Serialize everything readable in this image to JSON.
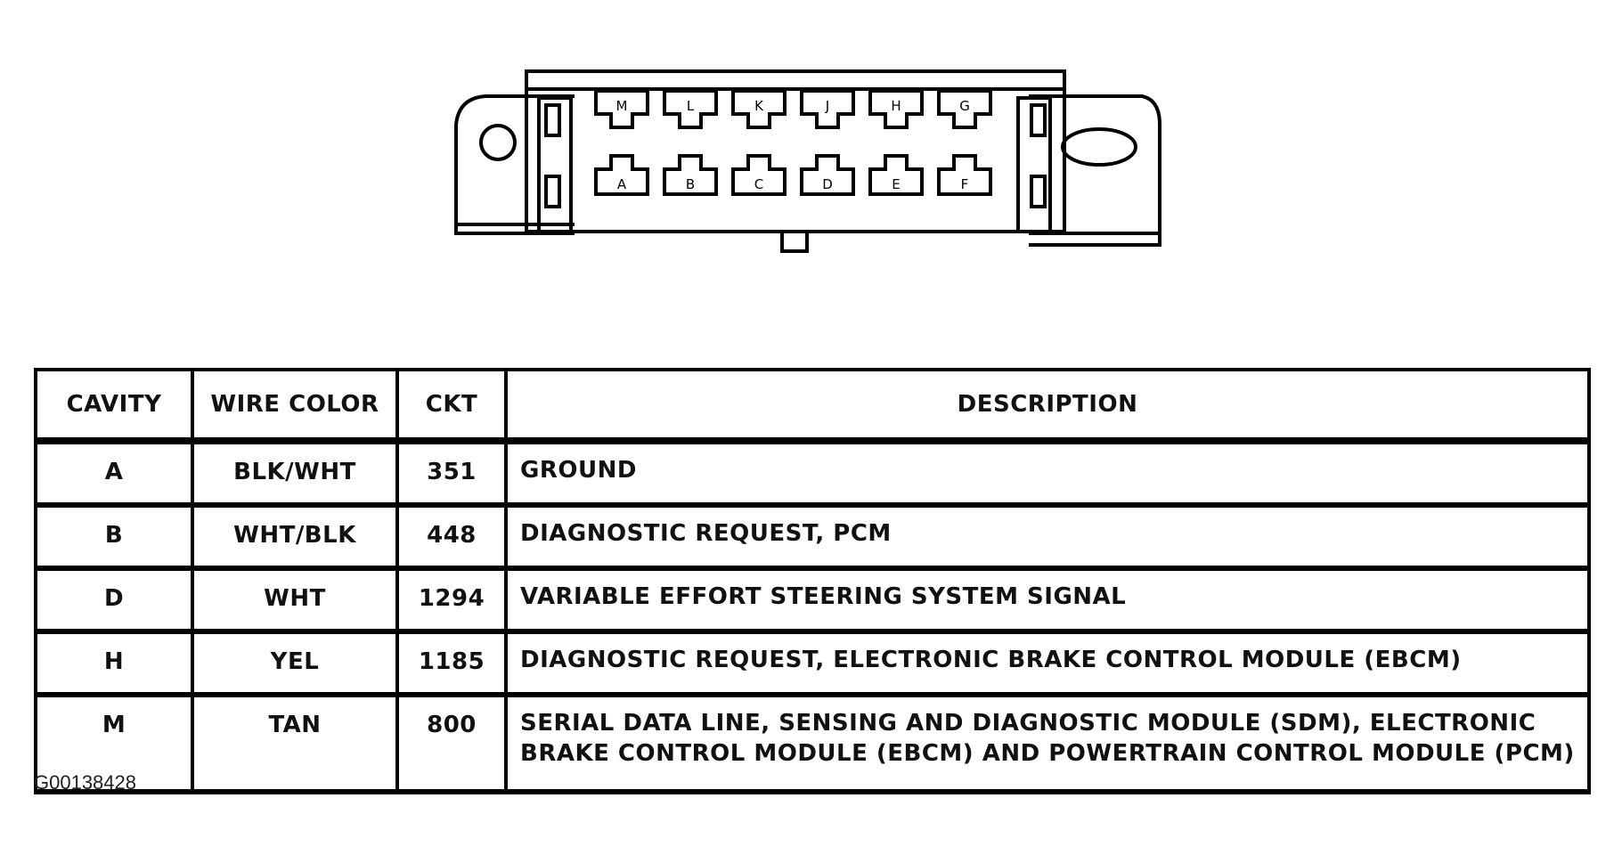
{
  "connector": {
    "top_row": [
      "M",
      "L",
      "K",
      "J",
      "H",
      "G"
    ],
    "bottom_row": [
      "A",
      "B",
      "C",
      "D",
      "E",
      "F"
    ]
  },
  "table": {
    "headers": [
      "CAVITY",
      "WIRE COLOR",
      "CKT",
      "DESCRIPTION"
    ],
    "rows": [
      {
        "cavity": "A",
        "wire_color": "BLK/WHT",
        "ckt": "351",
        "description": "GROUND"
      },
      {
        "cavity": "B",
        "wire_color": "WHT/BLK",
        "ckt": "448",
        "description": "DIAGNOSTIC REQUEST, PCM"
      },
      {
        "cavity": "D",
        "wire_color": "WHT",
        "ckt": "1294",
        "description": "VARIABLE EFFORT STEERING SYSTEM SIGNAL"
      },
      {
        "cavity": "H",
        "wire_color": "YEL",
        "ckt": "1185",
        "description": "DIAGNOSTIC REQUEST, ELECTRONIC BRAKE CONTROL MODULE (EBCM)"
      },
      {
        "cavity": "M",
        "wire_color": "TAN",
        "ckt": "800",
        "description": "SERIAL DATA LINE, SENSING AND DIAGNOSTIC MODULE (SDM), ELECTRONIC BRAKE CONTROL MODULE (EBCM) AND POWERTRAIN CONTROL MODULE (PCM)"
      }
    ]
  },
  "figure_id": "G00138428"
}
